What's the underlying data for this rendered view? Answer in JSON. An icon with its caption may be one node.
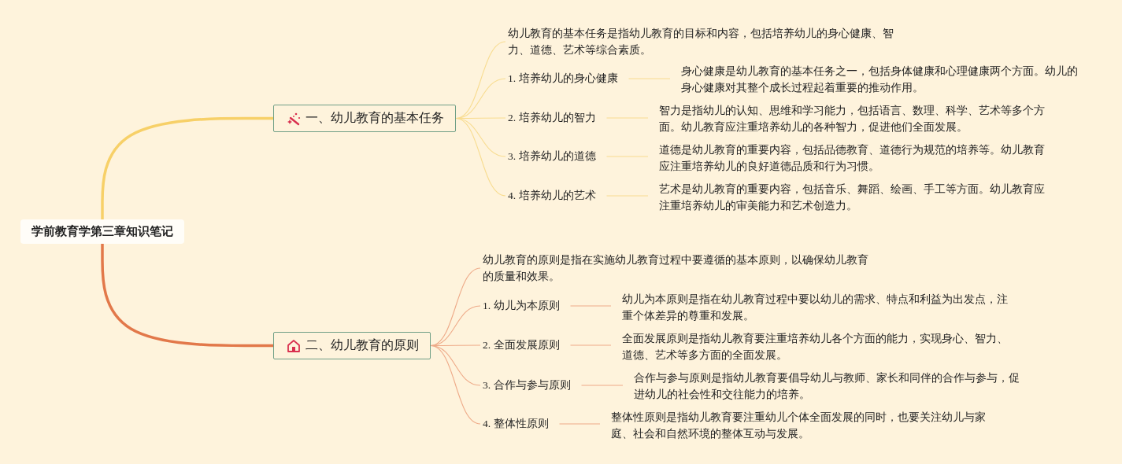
{
  "diagram": {
    "nodes": [
      {
        "text": [
          "学前教育学第三章知识笔记"
        ]
      },
      {
        "text": [
          "一、幼儿教育的基本任务"
        ]
      },
      {
        "text": [
          "幼儿教育的基本任务是指幼儿教育的目标和内容，包括培养幼儿的身心健康、智力、道德、艺术等综合素质。"
        ]
      },
      {
        "text": [
          "1. 培养幼儿的身心健康"
        ]
      },
      {
        "text": [
          "身心健康是幼儿教育的基本任务之一，包括身体健康和心理健康两个方面。幼儿的身心健康对其整个成长过程起着重要的推动作用。"
        ]
      },
      {
        "text": [
          "2. 培养幼儿的智力"
        ]
      },
      {
        "text": [
          "智力是指幼儿的认知、思维和学习能力，包括语言、数理、科学、艺术等多个方面。幼儿教育应注重培养幼儿的各种智力，促进他们全面发展。"
        ]
      },
      {
        "text": [
          "3. 培养幼儿的道德"
        ]
      },
      {
        "text": [
          "道德是幼儿教育的重要内容，包括品德教育、道德行为规范的培养等。幼儿教育应注重培养幼儿的良好道德品质和行为习惯。"
        ]
      },
      {
        "text": [
          "4. 培养幼儿的艺术"
        ]
      },
      {
        "text": [
          "艺术是幼儿教育的重要内容，包括音乐、舞蹈、绘画、手工等方面。幼儿教育应注重培养幼儿的审美能力和艺术创造力。"
        ]
      },
      {
        "text": [
          "二、幼儿教育的原则"
        ]
      },
      {
        "text": [
          "幼儿教育的原则是指在实施幼儿教育过程中要遵循的基本原则，以确保幼儿教育的质量和效果。"
        ]
      },
      {
        "text": [
          "1. 幼儿为本原则"
        ]
      },
      {
        "text": [
          "幼儿为本原则是指在幼儿教育过程中要以幼儿的需求、特点和利益为出发点，注重个体差异的尊重和发展。"
        ]
      },
      {
        "text": [
          "2. 全面发展原则"
        ]
      },
      {
        "text": [
          "全面发展原则是指幼儿教育要注重培养幼儿各个方面的能力，实现身心、智力、道德、艺术等多方面的全面发展。"
        ]
      },
      {
        "text": [
          "3. 合作与参与原则"
        ]
      },
      {
        "text": [
          "合作与参与原则是指幼儿教育要倡导幼儿与教师、家长和同伴的合作与参与，促进幼儿的社会性和交往能力的培养。"
        ]
      },
      {
        "text": [
          "4. 整体性原则"
        ]
      },
      {
        "text": [
          "整体性原则是指幼儿教育要注重幼儿个体全面发展的同时，也要关注幼儿与家庭、社会和自然环境的整体互动与发展。"
        ]
      }
    ],
    "edges": [
      {
        "from": 0,
        "to": 1,
        "arrow": "none",
        "style": "thick",
        "color": "#f7d068"
      },
      {
        "from": 1,
        "to": 2,
        "arrow": "none",
        "color": "#f8dc90"
      },
      {
        "from": 1,
        "to": 3,
        "arrow": "none",
        "color": "#f8dc90"
      },
      {
        "from": 3,
        "to": 4,
        "arrow": "none",
        "color": "#f8dc90"
      },
      {
        "from": 1,
        "to": 5,
        "arrow": "none",
        "color": "#f8dc90"
      },
      {
        "from": 5,
        "to": 6,
        "arrow": "none",
        "color": "#f8dc90"
      },
      {
        "from": 1,
        "to": 7,
        "arrow": "none",
        "color": "#f8dc90"
      },
      {
        "from": 7,
        "to": 8,
        "arrow": "none",
        "color": "#f8dc90"
      },
      {
        "from": 1,
        "to": 9,
        "arrow": "none",
        "color": "#f8dc90"
      },
      {
        "from": 9,
        "to": 10,
        "arrow": "none",
        "color": "#f8dc90"
      },
      {
        "from": 0,
        "to": 11,
        "arrow": "none",
        "style": "thick",
        "color": "#e2784a"
      },
      {
        "from": 11,
        "to": 12,
        "arrow": "none",
        "color": "#eeaa88"
      },
      {
        "from": 11,
        "to": 13,
        "arrow": "none",
        "color": "#eeaa88"
      },
      {
        "from": 13,
        "to": 14,
        "arrow": "none",
        "color": "#eeaa88"
      },
      {
        "from": 11,
        "to": 15,
        "arrow": "none",
        "color": "#eeaa88"
      },
      {
        "from": 15,
        "to": 16,
        "arrow": "none",
        "color": "#eeaa88"
      },
      {
        "from": 11,
        "to": 17,
        "arrow": "none",
        "color": "#eeaa88"
      },
      {
        "from": 17,
        "to": 18,
        "arrow": "none",
        "color": "#eeaa88"
      },
      {
        "from": 11,
        "to": 19,
        "arrow": "none",
        "color": "#eeaa88"
      },
      {
        "from": 19,
        "to": 20,
        "arrow": "none",
        "color": "#eeaa88"
      }
    ]
  }
}
